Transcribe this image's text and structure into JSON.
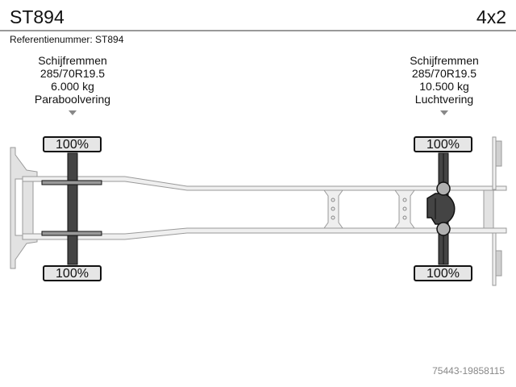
{
  "header": {
    "title": "ST894",
    "axle_config": "4x2",
    "reference": "Referentienummer: ST894"
  },
  "axles": [
    {
      "position": "front",
      "brakes": "Schijfremmen",
      "tire_size": "285/70R19.5",
      "load": "6.000 kg",
      "suspension": "Paraboolvering",
      "tire_wear_left": "100%",
      "tire_wear_right": "100%"
    },
    {
      "position": "rear",
      "brakes": "Schijfremmen",
      "tire_size": "285/70R19.5",
      "load": "10.500 kg",
      "suspension": "Luchtvering",
      "tire_wear_left": "100%",
      "tire_wear_right": "100%"
    }
  ],
  "footer": {
    "id": "75443-19858115"
  },
  "colors": {
    "frame_fill": "#efefef",
    "frame_stroke": "#9a9a9a",
    "axle_dark": "#444444",
    "tire_badge_bg": "#e6e6e6",
    "hub_gray": "#b0b0b0"
  }
}
